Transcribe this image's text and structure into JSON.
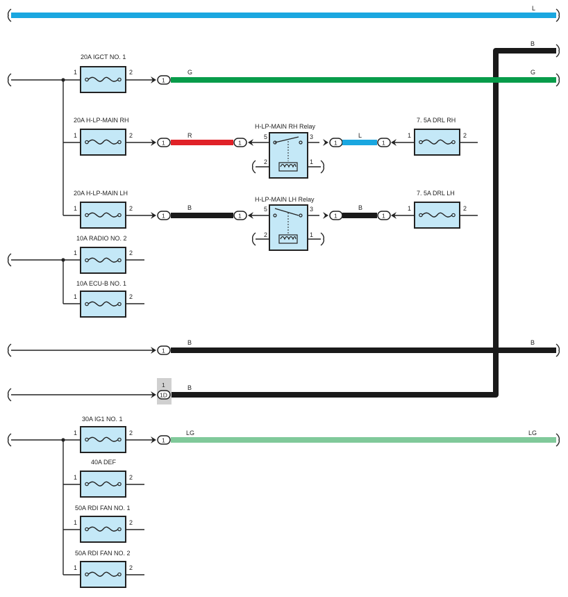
{
  "wires": {
    "top_l": "L",
    "igct_out": "G",
    "igct_out_end": "G",
    "rh_red": "R",
    "rh_blue": "L",
    "lh_black": "B",
    "lh_black2": "B",
    "trunk_top": "B",
    "mid_b": "B",
    "mid_b_end": "B",
    "jb_b": "B",
    "ig1_out": "LG",
    "ig1_out_end": "LG"
  },
  "fuses": {
    "igct": "20A IGCT NO. 1",
    "hlp_rh": "20A H-LP-MAIN RH",
    "hlp_lh": "20A H-LP-MAIN LH",
    "radio": "10A RADIO NO. 2",
    "ecub": "10A ECU-B NO. 1",
    "ig1": "30A IG1 NO. 1",
    "def": "40A DEF",
    "rdi1": "50A RDI FAN NO. 1",
    "rdi2": "50A RDI FAN NO. 2",
    "drl_rh": "7. 5A DRL RH",
    "drl_lh": "7. 5A DRL LH"
  },
  "relays": {
    "rh": "H-LP-MAIN RH Relay",
    "lh": "H-LP-MAIN LH Relay"
  },
  "pins": {
    "p1": "1",
    "p2": "2",
    "p3": "3",
    "p5": "5"
  },
  "connectors": {
    "c1": "1",
    "c1d_top": "1",
    "c1d": "1D"
  },
  "colors": {
    "L": "#1aa7e0",
    "G": "#079c4a",
    "R": "#e02228",
    "B": "#1a1a1a",
    "LG": "#80c99a",
    "component_fill": "#c4e8f7"
  }
}
